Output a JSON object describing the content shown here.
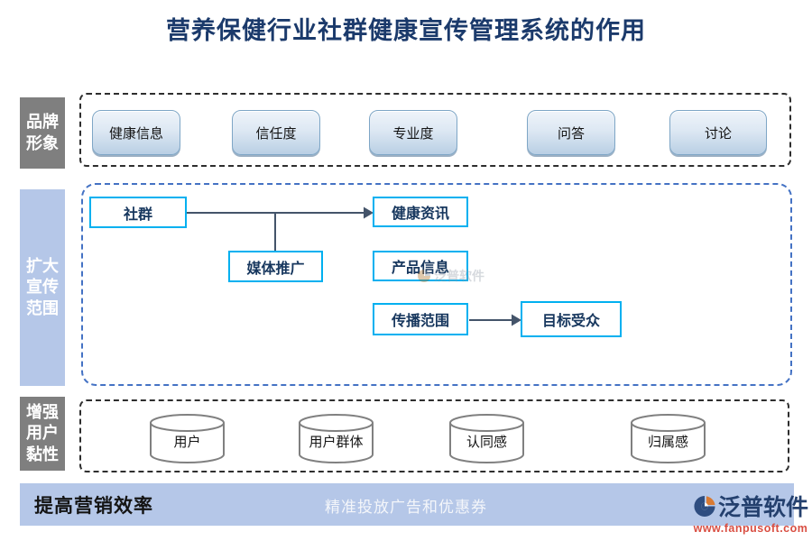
{
  "title": "营养保健行业社群健康宣传管理系统的作用",
  "sections": {
    "brand": {
      "label": "品牌形象",
      "buttons": [
        "健康信息",
        "信任度",
        "专业度",
        "问答",
        "讨论"
      ]
    },
    "spread": {
      "label": "扩大宣传范围",
      "nodes": {
        "community": "社群",
        "media": "媒体推广",
        "health_info": "健康资讯",
        "product_info": "产品信息",
        "spread_scope": "传播范围",
        "target_audience": "目标受众"
      }
    },
    "sticky": {
      "label": "增强用户黏性",
      "cylinders": [
        "用户",
        "用户群体",
        "认同感",
        "归属感"
      ]
    }
  },
  "footer": {
    "left_label": "提高营销效率",
    "center_label": "精准投放广告和优惠券",
    "brand_name": "泛普软件",
    "brand_url": "www.fanpusoft.com"
  },
  "watermark": {
    "text": "泛普软件"
  },
  "colors": {
    "node_border": "#00b0f0",
    "node_text": "#17375e",
    "group_dash_blue": "#4472c4",
    "group_dash_dark": "#2e2e2e",
    "side_gray": "#7f7f7f",
    "side_blue": "#b5c7e8",
    "footer_bar": "#b5c7e8",
    "connector": "#44546a",
    "title_text": "#1b3a6b",
    "brand_url_red": "#d94f43"
  }
}
